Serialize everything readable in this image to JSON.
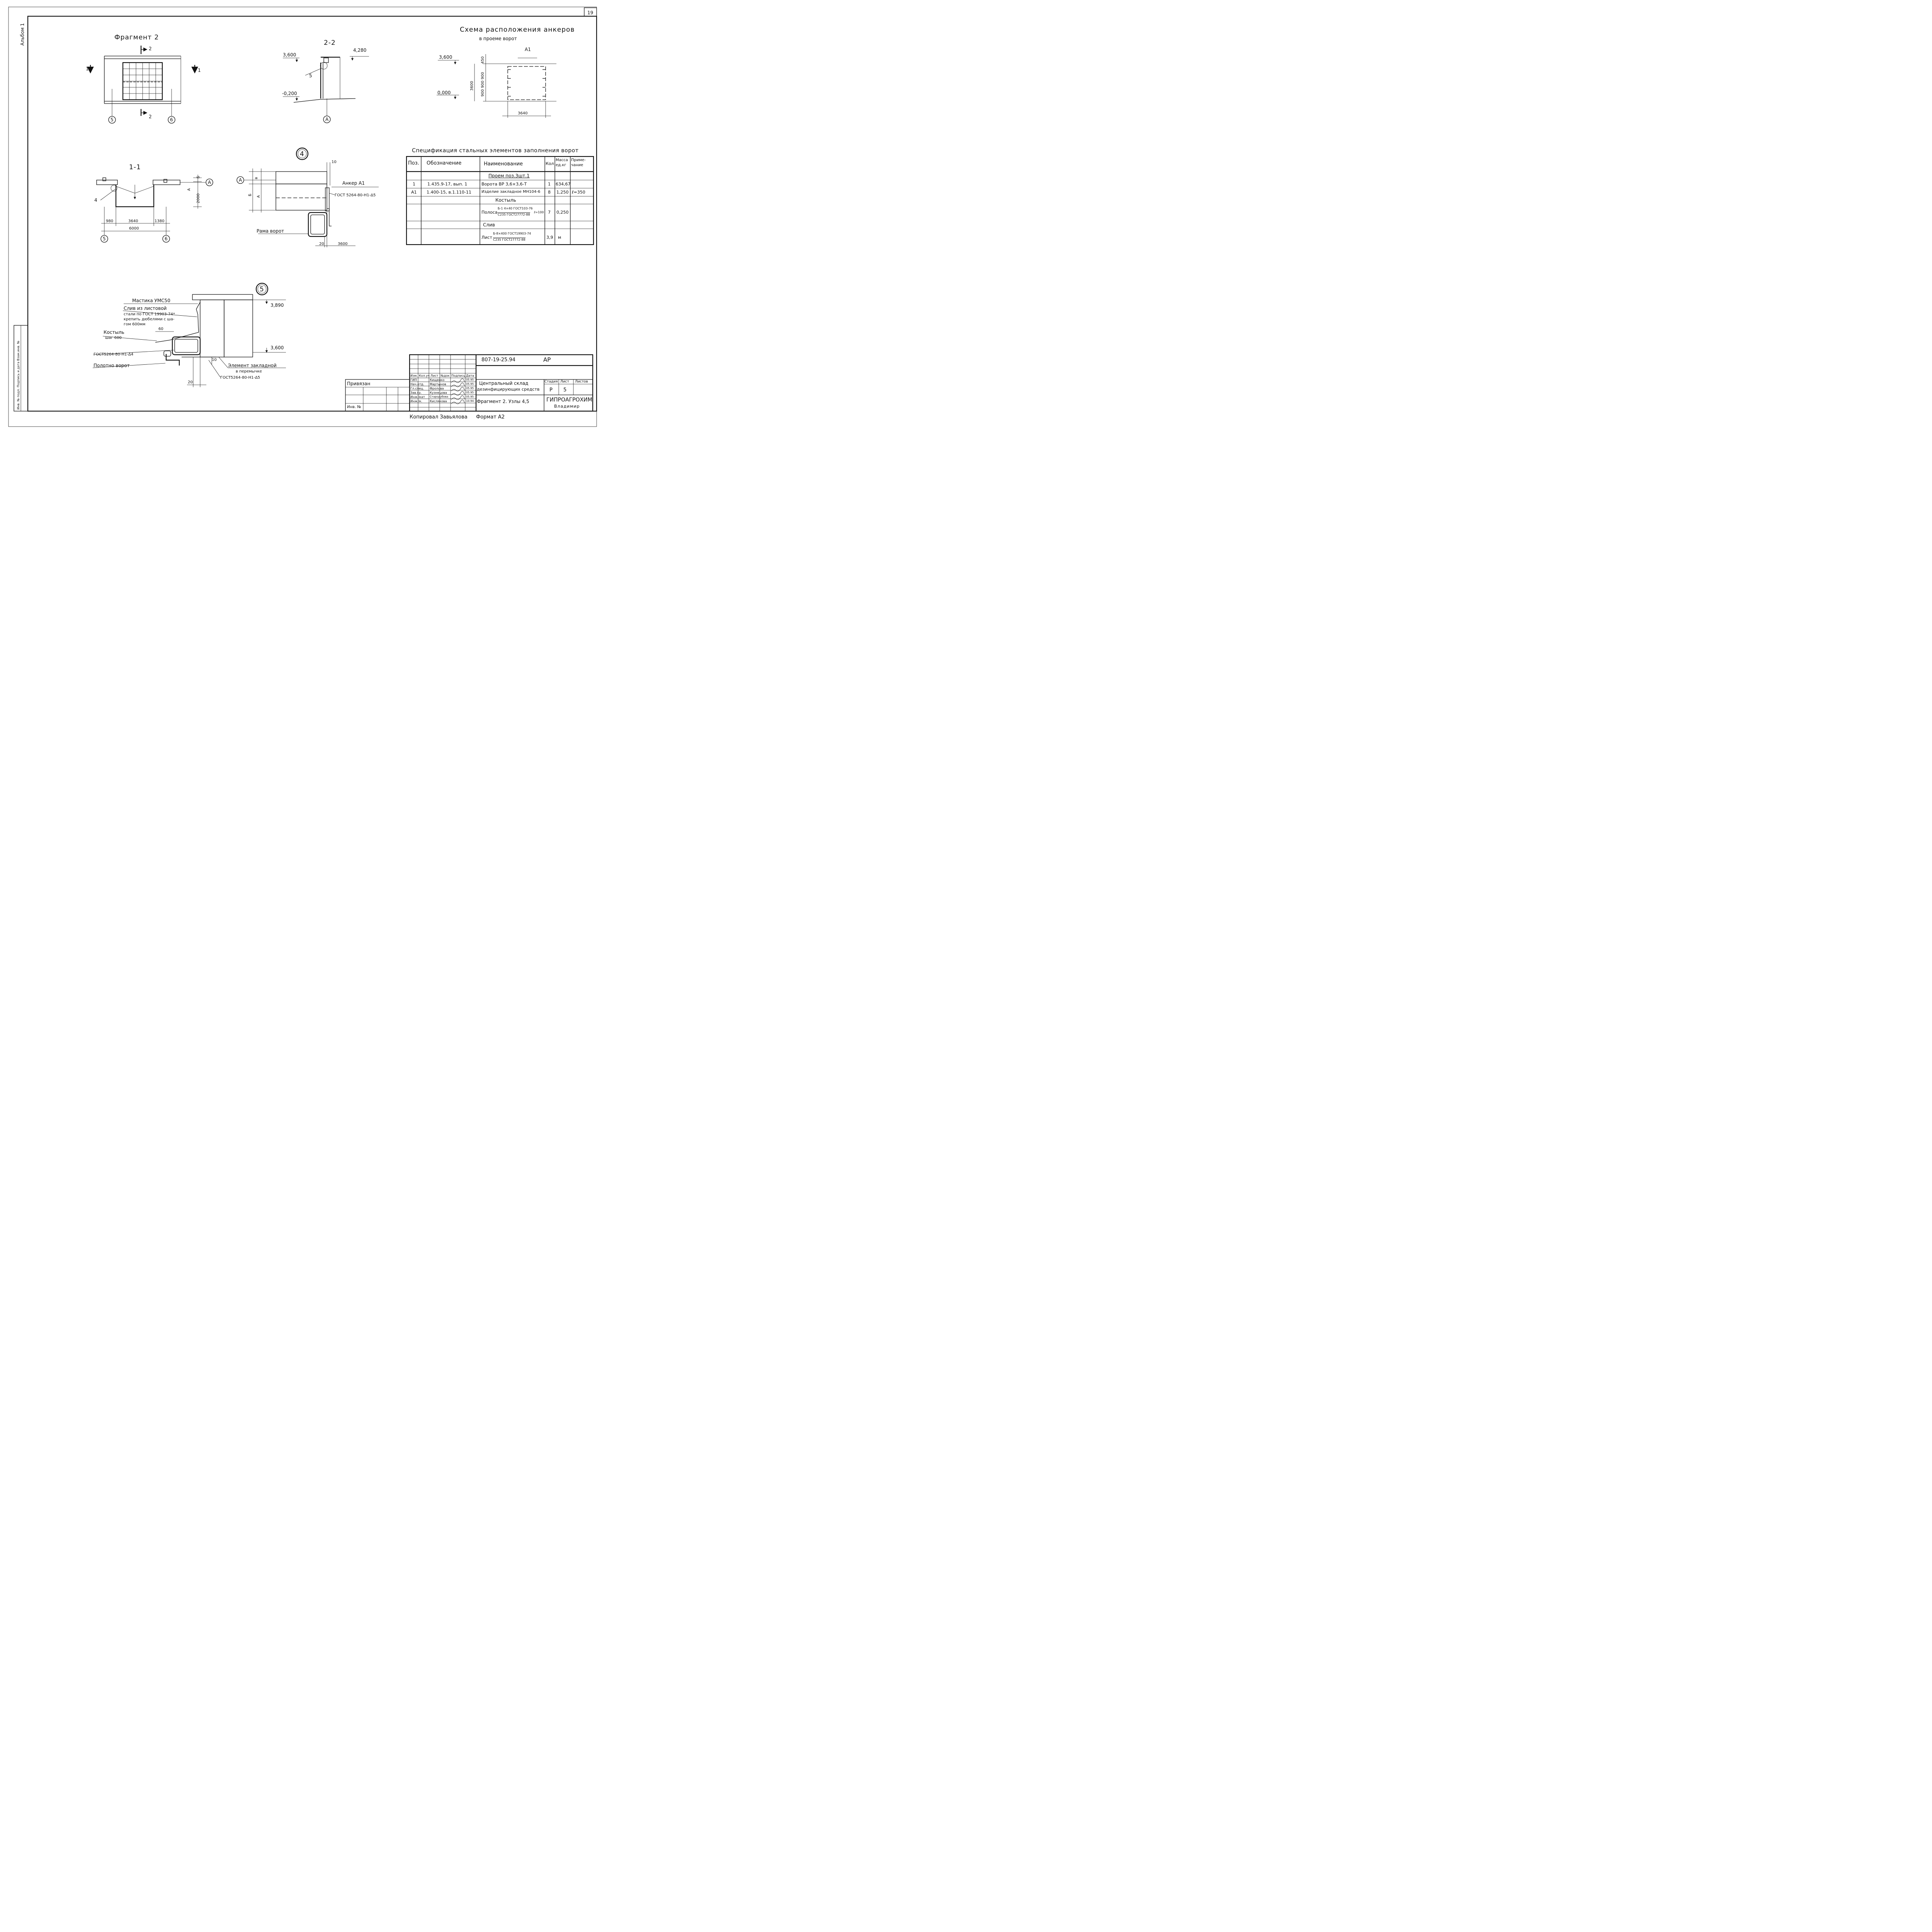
{
  "sheet": {
    "page_number": "19",
    "album_label": "Альбом 1",
    "side_stamp": "Инв. № подл. Подпись и дата Взам.инв. №"
  },
  "fragment2": {
    "title": "Фрагмент 2",
    "section_2": "2",
    "section_1": "1",
    "axis_left": "5",
    "axis_right": "6"
  },
  "section22": {
    "title": "2-2",
    "elev_top_left": "3,600",
    "elev_top_right": "4,280",
    "elev_bottom": "-0,200",
    "callout": "5",
    "axis": "A"
  },
  "anchor_scheme": {
    "title_line1": "Схема расположения анкеров",
    "title_line2": "в проеме ворот",
    "elev_top": "3,600",
    "elev_bottom": "0,000",
    "anchor_label": "A1",
    "dim_top": "450",
    "dim_stack": "900 900 900",
    "dim_height": "3600",
    "dim_width": "3640"
  },
  "section11": {
    "title": "1-1",
    "callout": "4",
    "dim_b": "Б",
    "dim_a": "А",
    "dim_depth": "2000",
    "axis_a": "A",
    "dim_left": "980",
    "dim_center": "3640",
    "dim_right": "1380",
    "dim_total": "6000",
    "axis_left": "5",
    "axis_right": "6"
  },
  "node4": {
    "number": "4",
    "dim_top": "10",
    "axis": "A",
    "label_v": "в",
    "label_b": "Б",
    "label_a": "А",
    "anchor_label": "Анкер А1",
    "gost": "ГОСТ 5264-80-Н1-Δ5",
    "frame_label": "Рама ворот",
    "dim_bottom_left": "20",
    "dim_bottom_right": "3600"
  },
  "node5": {
    "number": "5",
    "mastic": "Мастика УМС50",
    "drain_line1": "Слив из листовой",
    "drain_line2": "стали по ГОСТ 19903-74*",
    "drain_line3": "крепить дюбелями с ша-",
    "drain_line4": "гом 600мм",
    "dim_60": "60",
    "crutch_line1": "Костыль",
    "crutch_line2": "шаг 600",
    "gost_left": "ГОСТ5264-80-Н1-Δ4",
    "door_leaf": "Полотно ворот",
    "elev_top": "3,890",
    "elev_mid": "3,600",
    "dim_10": "10",
    "embed_line1": "Элемент закладной",
    "embed_line2": "в перемычке",
    "gost_right": "ГОСТ5264-80-Н1-Δ5",
    "dim_20": "20"
  },
  "spec": {
    "title": "Спецификация стальных элементов заполнения ворот",
    "headers": [
      "Поз.",
      "Обозначение",
      "Наименование",
      "Кол",
      "Масса ед.кг",
      "Приме- чание"
    ],
    "group1": "Проем поз.3шт.1",
    "rows": [
      {
        "pos": "1",
        "code": "1.435.9-17, вып. 1",
        "name": "Ворота ВР 3,6×3,6-Т",
        "qty": "1",
        "mass": "634,67",
        "note": ""
      },
      {
        "pos": "А1",
        "code": "1.400-15, в.1.110-11",
        "name": "Изделие закладное МН104-6",
        "qty": "8",
        "mass": "1,250",
        "note": "ℓ=350"
      }
    ],
    "group2": "Костыль",
    "strip_prefix": "Полоса",
    "strip_top": "Б-1 4×40 ГОСТ103-76",
    "strip_bottom": "С235 ГОСТ27772-88",
    "strip_len": "ℓ=100",
    "strip_qty": "7",
    "strip_mass": "0,250",
    "group3": "Слив",
    "sheet_prefix": "Лист",
    "sheet_top": "Б-8×400 ГОСТ19903-74",
    "sheet_bottom": "С235 ГОСТ27772-88",
    "sheet_qty": "3,9",
    "sheet_unit": "м"
  },
  "title_block": {
    "doc_code": "807-19-25.94",
    "mark": "АР",
    "bound": "Привязан",
    "inv_no": "Инв. №",
    "cols": [
      "Изм.",
      "Кол.уч",
      "Лист",
      "№док",
      "Подпись",
      "Дата"
    ],
    "staff": [
      {
        "role": "ГИП",
        "name": "Кищенко",
        "date": "05.95"
      },
      {
        "role": "Нач.отд.",
        "name": "Мартынов",
        "date": "05.95"
      },
      {
        "role": "Гл.спец.",
        "name": "Фролова",
        "date": "05.95"
      },
      {
        "role": "Зав.гр.",
        "name": "Кузнецова",
        "date": "05.95"
      },
      {
        "role": "Инж.Iкат",
        "name": "Стародубова",
        "date": "05.95"
      },
      {
        "role": "Инж.Iк.",
        "name": "Кислякова",
        "date": "10.94"
      }
    ],
    "project_line1": "Центральный склад",
    "project_line2": "дезинфицирующих средств",
    "sheet_title": "Фрагмент 2. Узлы 4,5",
    "stage_h": "Стадия",
    "sheet_h": "Лист",
    "sheets_h": "Листов",
    "stage": "Р",
    "sheet": "5",
    "sheets": "",
    "org_line1": "ГИПРОАГРОХИМ",
    "org_line2": "Владимир"
  },
  "footer": {
    "copied": "Копировал Завьялова",
    "format": "Формат А2"
  }
}
